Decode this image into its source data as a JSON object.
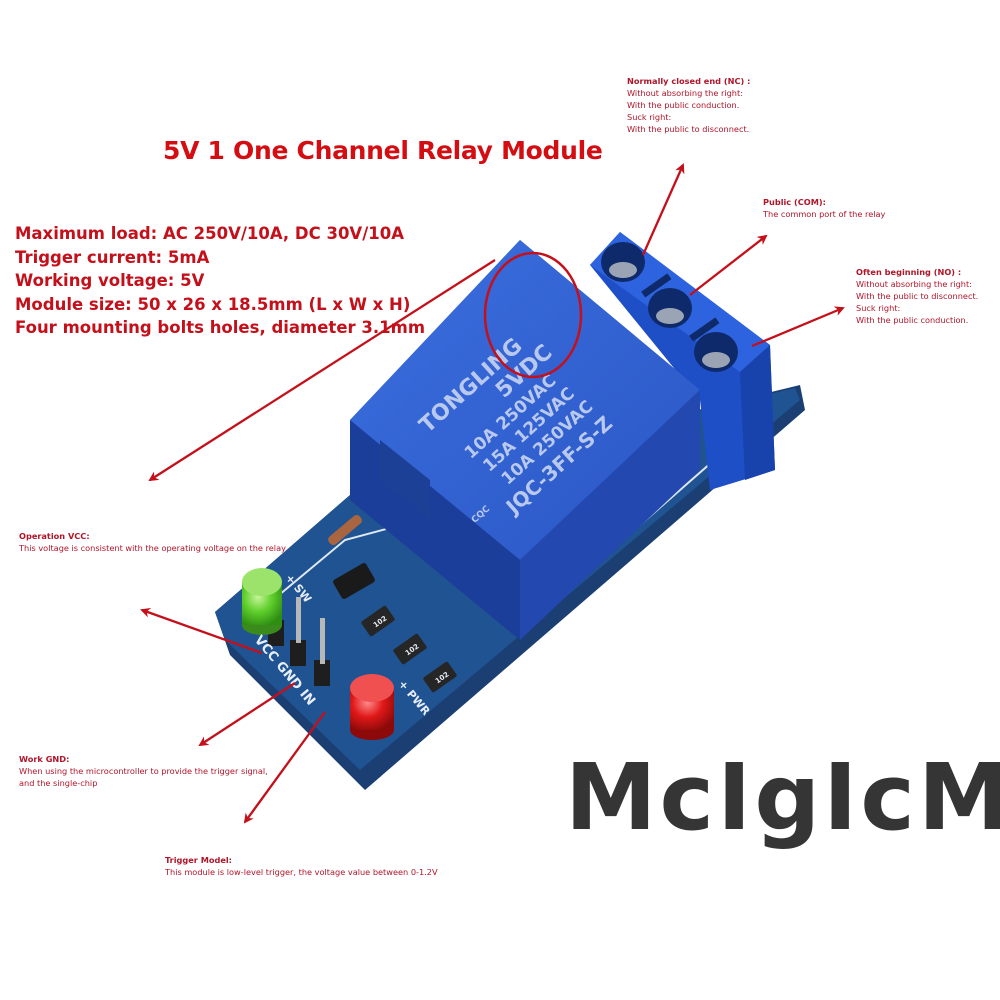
{
  "title": "5V 1 One Channel Relay Module",
  "specs": [
    "Maximum load: AC 250V/10A, DC 30V/10A",
    "Trigger current: 5mA",
    "Working voltage: 5V",
    "Module size: 50 x 26 x 18.5mm (L x W x H)",
    "Four mounting bolts holes, diameter 3.1mm"
  ],
  "annotations": {
    "nc": {
      "heading": "Normally closed end (NC) :",
      "lines": [
        "Without absorbing the right:",
        "With the public conduction.",
        "Suck right:",
        "With the public to disconnect."
      ]
    },
    "com": {
      "heading": "Public (COM):",
      "lines": [
        "The common port of the relay"
      ]
    },
    "no": {
      "heading": "Often beginning (NO) :",
      "lines": [
        "Without absorbing the right:",
        "With the public to disconnect.",
        "Suck right:",
        "With the public conduction."
      ]
    },
    "vcc": {
      "heading": "Operation VCC:",
      "lines": [
        "This voltage is consistent with the operating voltage on the relay"
      ]
    },
    "gnd": {
      "heading": "Work GND:",
      "lines": [
        "When using the microcontroller to provide the trigger signal,",
        "and the single-chip"
      ]
    },
    "trigger": {
      "heading": "Trigger Model:",
      "lines": [
        "This module is low-level trigger, the voltage value between 0-1.2V"
      ]
    }
  },
  "relay": {
    "brand": "TONGLING",
    "coil": "5VDC",
    "rating1": "10A 250VAC",
    "rating2": "15A 125VAC",
    "rating3": "10A 250VAC",
    "model": "JQC-3FF-S-Z",
    "cert": "CQC"
  },
  "board": {
    "pin_labels": "VCC GND IN",
    "pwr_label": "+ PWR",
    "sw_label": "+ SW",
    "resistor_code": "102"
  },
  "brand_logo": "McIgIcM",
  "colors": {
    "accent_red": "#d40d12",
    "note_red": "#b0152a",
    "relay_blue": "#2f5fd0",
    "pcb_blue": "#1f4f86",
    "logo_gray": "#353535"
  }
}
